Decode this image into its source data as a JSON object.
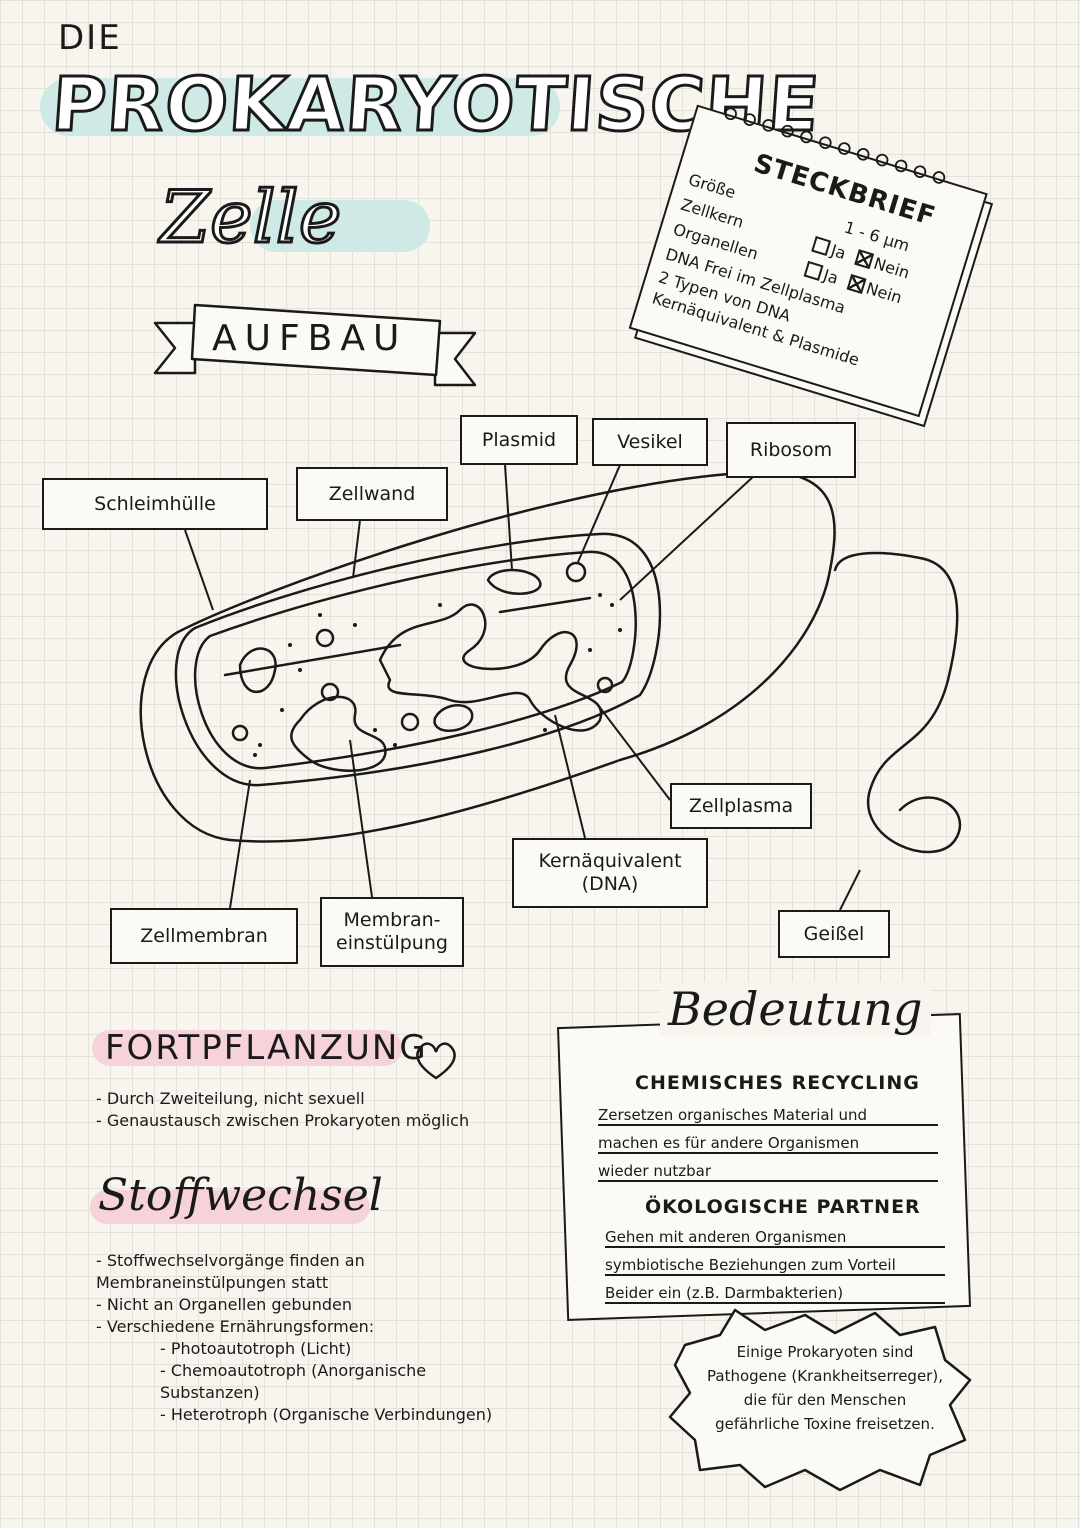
{
  "title": {
    "die": "DIE",
    "main": "PROKARYOTISCHE",
    "sub": "Zelle"
  },
  "steckbrief": {
    "title": "STECKBRIEF",
    "rows": [
      {
        "label": "Größe",
        "value": "1 - 6 µm"
      },
      {
        "label": "Zellkern",
        "yes": "Ja",
        "no": "Nein"
      },
      {
        "label": "Organellen",
        "yes": "Ja",
        "no": "Nein"
      },
      {
        "label": "DNA Frei im Zellplasma"
      },
      {
        "label": "2 Typen von DNA"
      },
      {
        "label": "Kernäquivalent & Plasmide"
      }
    ]
  },
  "aufbau": {
    "banner": "AUFBAU",
    "labels": {
      "schleimhuelle": "Schleimhülle",
      "zellwand": "Zellwand",
      "plasmid": "Plasmid",
      "vesikel": "Vesikel",
      "ribosom": "Ribosom",
      "zellplasma": "Zellplasma",
      "kernaequivalent": "Kernäquivalent (DNA)",
      "zellmembran": "Zellmembran",
      "membraneinstuelpung": "Membran- einstülpung",
      "geissel": "Geißel"
    }
  },
  "fortpflanzung": {
    "heading": "FORTPFLANZUNG",
    "items": [
      "Durch Zweiteilung, nicht sexuell",
      "Genaustausch zwischen Prokaryoten möglich"
    ]
  },
  "stoffwechsel": {
    "heading": "Stoffwechsel",
    "items": [
      "Stoffwechselvorgänge finden an Membraneinstülpungen statt",
      "Nicht an Organellen gebunden",
      "Verschiedene Ernährungsformen:"
    ],
    "subitems": [
      "Photoautotroph (Licht)",
      "Chemoautotroph (Anorganische Substanzen)",
      "Heterotroph (Organische Verbindungen)"
    ]
  },
  "bedeutung": {
    "heading": "Bedeutung",
    "sections": [
      {
        "title": "CHEMISCHES RECYCLING",
        "lines": [
          "Zersetzen organisches Material und",
          "machen es für andere Organismen",
          "wieder nutzbar"
        ]
      },
      {
        "title": "ÖKOLOGISCHE PARTNER",
        "lines": [
          "Gehen mit anderen Organismen",
          "symbiotische Beziehungen zum Vorteil",
          "Beider ein (z.B. Darmbakterien)"
        ]
      }
    ],
    "note": "Einige Prokaryoten sind Pathogene (Krankheitserreger), die für den Menschen gefährliche Toxine freisetzen."
  }
}
